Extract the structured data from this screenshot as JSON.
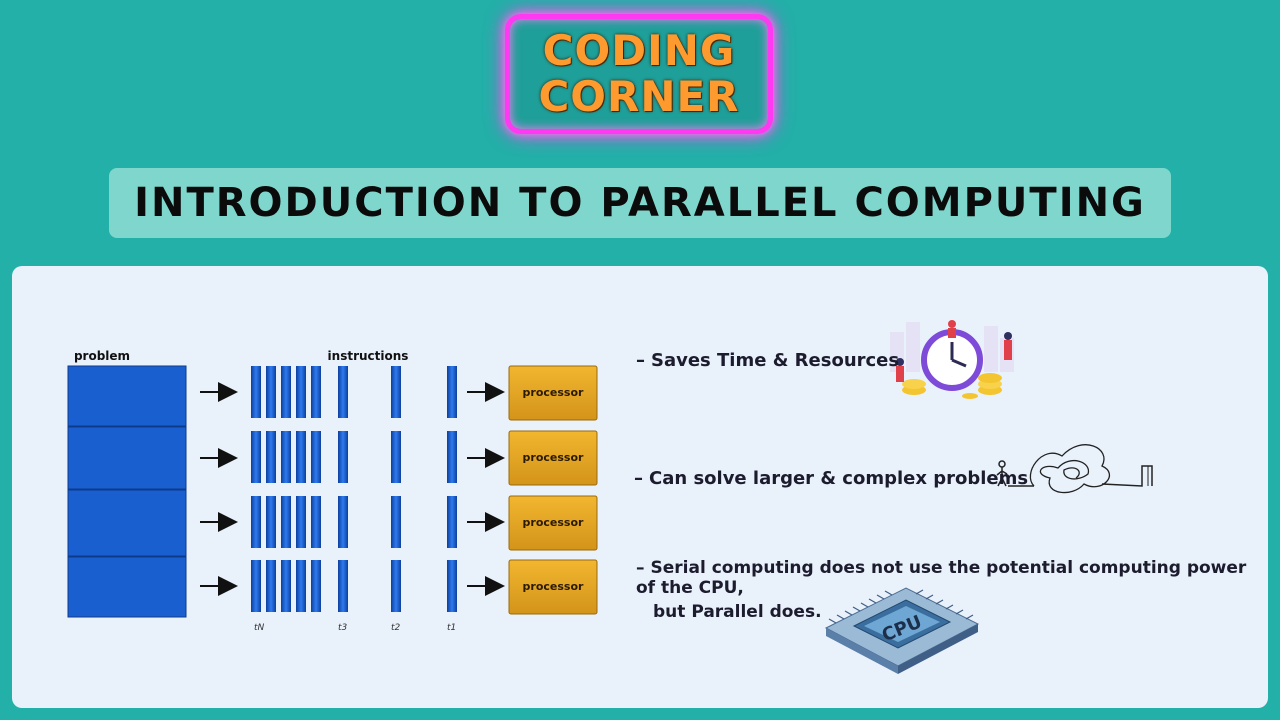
{
  "logo": {
    "line1": "CODING",
    "line2": "CORNER"
  },
  "title": "Introduction to Parallel Computing",
  "diagram": {
    "problem_label": "problem",
    "instructions_label": "instructions",
    "processor_label": "processor",
    "time_labels": [
      "tN",
      "t3",
      "t2",
      "t1"
    ]
  },
  "bullets": {
    "b1": "Saves Time & Resources",
    "b2": "Can solve larger & complex problems",
    "b3_line1": "Serial computing does not use the potential computing power of the CPU,",
    "b3_line2": "but Parallel does.",
    "dash": "–"
  },
  "cpu_chip_text": "CPU",
  "colors": {
    "teal_bg": "#22b0a8",
    "title_bar": "#7fd6cc",
    "block_blue": "#1a5fd0",
    "processor_gold": "#e2a61f",
    "logo_neon": "#ff38f2",
    "logo_text": "#ff9a2f"
  }
}
